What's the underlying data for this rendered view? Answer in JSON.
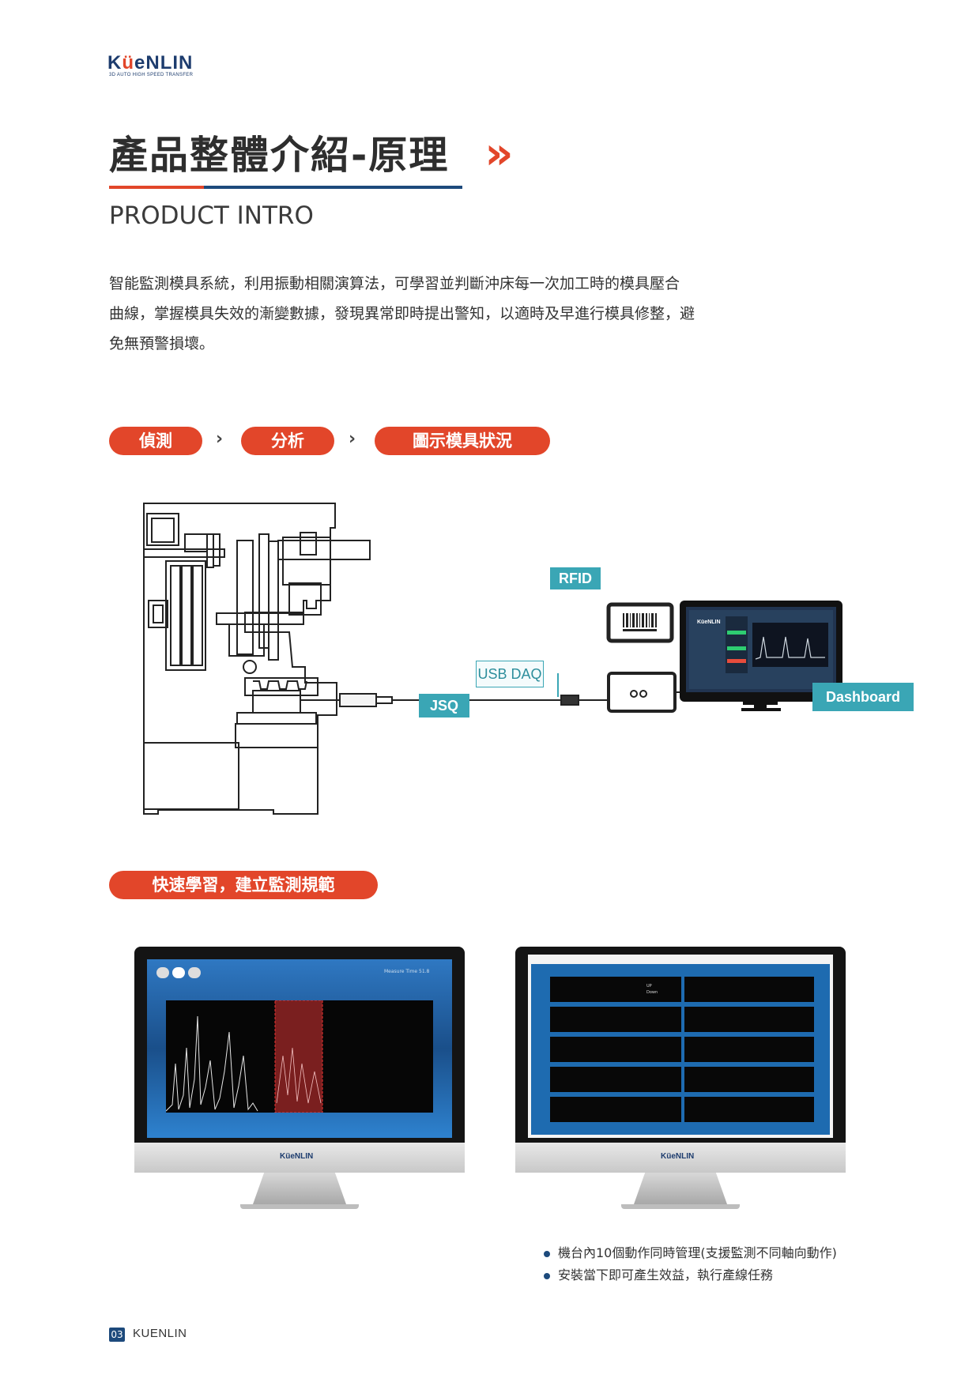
{
  "brand": {
    "logo_text_left": "K",
    "logo_text_mid": "ü",
    "logo_text_right": "eNLIN",
    "tagline": "3D AUTO HIGH SPEED TRANSFER",
    "monitor_logo": "KüeNLIN",
    "dashboard_logo": "KüeNLIN"
  },
  "page": {
    "title": "產品整體介紹-原理",
    "title_arrow": "»",
    "subtitle": "PRODUCT INTRO",
    "intro_line1": "智能監測模具系統，利用振動相關演算法，可學習並判斷沖床每一次加工時的模具壓合",
    "intro_line2": "曲線，掌握模具失效的漸變數據，發現異常即時提出警知，以適時及早進行模具修整，避",
    "intro_line3": "免無預警損壞。"
  },
  "process": {
    "step1": "偵測",
    "step2": "分析",
    "step3": "圖示模具狀況",
    "chevron": "›"
  },
  "diagram": {
    "rfid_label": "RFID",
    "usb_daq_label": "USB DAQ",
    "jsq_label": "JSQ",
    "dashboard_label": "Dashboard"
  },
  "learning": {
    "heading": "快速學習，建立監測規範"
  },
  "monitors": {
    "left_measure_text": "Measure Time 51.8",
    "right_up": "UP",
    "right_down": "Down"
  },
  "features": {
    "item1": "機台內10個動作同時管理(支援監測不同軸向動作)",
    "item2": "安裝當下即可產生效益，執行產線任務"
  },
  "footer": {
    "page_number": "03",
    "brand_name": "KUENLIN"
  },
  "colors": {
    "accent_orange": "#e2462a",
    "brand_blue": "#1d4a7c",
    "tag_teal": "#3aa6b5"
  }
}
